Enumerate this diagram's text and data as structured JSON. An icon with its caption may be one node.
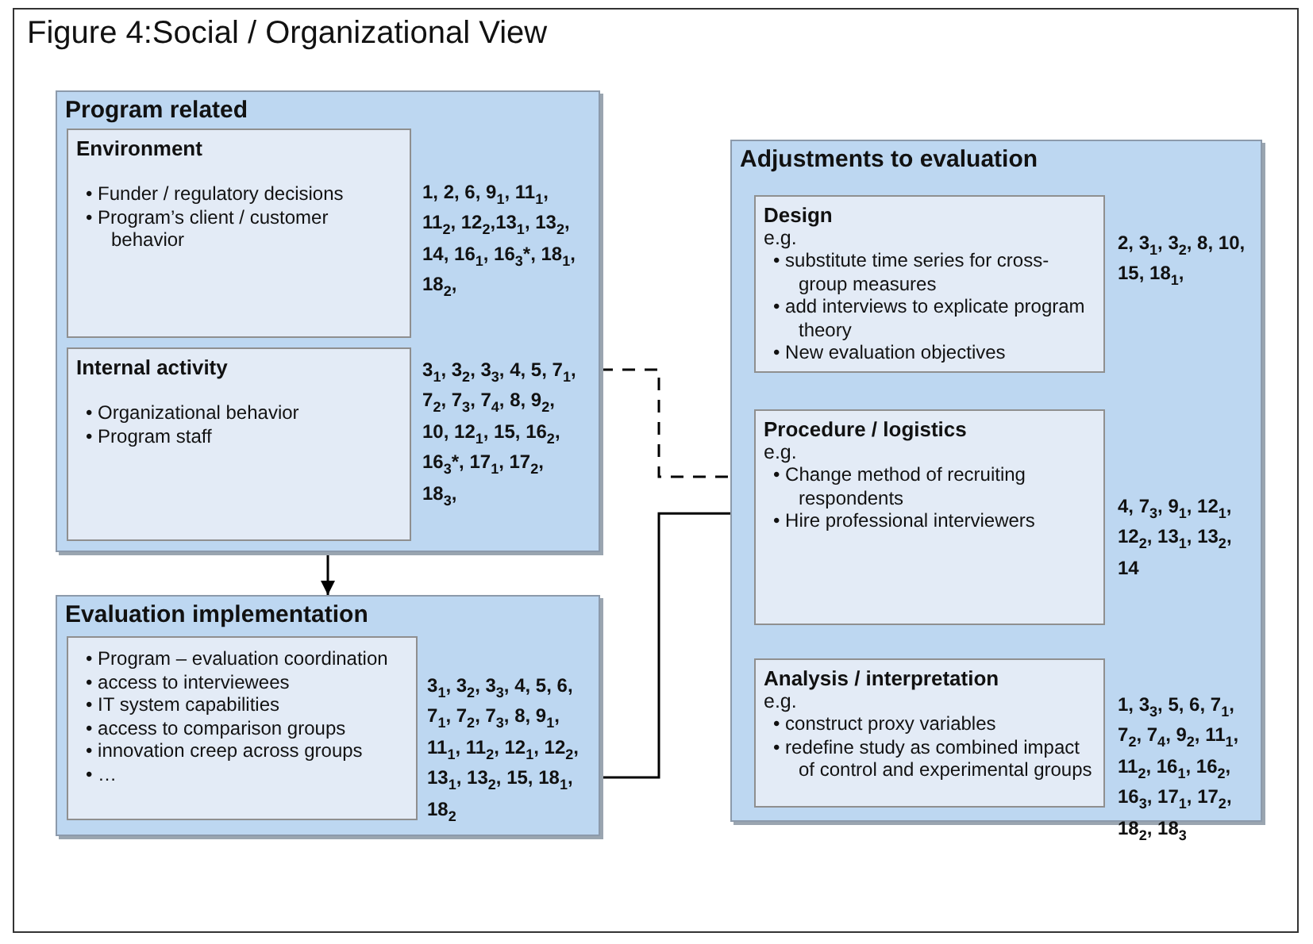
{
  "diagram": {
    "title": "Figure 4:Social / Organizational View",
    "nodes": [
      {
        "text": [
          "Program related"
        ]
      },
      {
        "text": [
          "Environment",
          "• Funder / regulatory decisions",
          "• Program’s client / customer behavior"
        ],
        "in": 0,
        "beside": [
          "1, 2, 6, 9$_{1}$, 11$_{1}$, 11$_{2}$, 12$_{2}$,13$_{1}$, 13$_{2}$, 14, 16$_{1}$, 16$_{3}$*, 18$_{1}$, 18$_{2}$,"
        ]
      },
      {
        "text": [
          "Internal activity",
          "• Organizational behavior",
          "• Program staff"
        ],
        "in": 0,
        "beside": [
          "3$_{1}$, 3$_{2}$, 3$_{3}$, 4, 5, 7$_{1}$, 7$_{2}$, 7$_{3}$, 7$_{4}$, 8, 9$_{2}$, 10, 12$_{1}$, 15, 16$_{2}$, 16$_{3}$*, 17$_{1}$, 17$_{2}$, 18$_{3}$,"
        ]
      },
      {
        "text": [
          "Evaluation implementation"
        ]
      },
      {
        "text": [
          "• Program – evaluation coordination",
          "• access to interviewees",
          "• IT system capabilities",
          "• access to comparison groups",
          "• innovation creep across groups",
          "• …"
        ],
        "in": 3,
        "beside": [
          "3$_{1}$, 3$_{2}$, 3$_{3}$, 4, 5, 6, 7$_{1}$, 7$_{2}$, 7$_{3}$, 8, 9$_{1}$, 11$_{1}$, 11$_{2}$, 12$_{1}$, 12$_{2}$, 13$_{1}$, 13$_{2}$, 15, 18$_{1}$, 18$_{2}$"
        ]
      },
      {
        "text": [
          "Adjustments to evaluation"
        ]
      },
      {
        "text": [
          "Design",
          "e.g.",
          "• substitute time series for cross-group measures",
          "• add interviews to explicate program theory",
          "• New evaluation objectives"
        ],
        "in": 5,
        "beside": [
          "2, 3$_{1}$, 3$_{2}$, 8, 10, 15, 18$_{1}$,"
        ]
      },
      {
        "text": [
          "Procedure / logistics",
          "e.g.",
          "• Change method of recruiting respondents",
          "• Hire professional interviewers"
        ],
        "in": 5,
        "beside": [
          "4, 7$_{3}$, 9$_{1}$, 12$_{1}$, 12$_{2}$, 13$_{1}$, 13$_{2}$, 14"
        ]
      },
      {
        "text": [
          "Analysis / interpretation",
          "e.g.",
          "• construct proxy variables",
          "• redefine study as combined impact of control and experimental groups"
        ],
        "in": 5,
        "beside": [
          "1, 3$_{3}$, 5, 6, 7$_{1}$, 7$_{2}$, 7$_{4}$, 9$_{2}$, 11$_{1}$, 11$_{2}$, 16$_{1}$, 16$_{2}$, 16$_{3}$, 17$_{1}$, 17$_{2}$, 18$_{2}$, 18$_{3}$"
        ]
      }
    ],
    "edges": [
      {
        "from": 0,
        "to": 7,
        "arrow": "to",
        "style": "dashed"
      },
      {
        "from": 0,
        "to": 3,
        "arrow": "to"
      },
      {
        "from": 3,
        "to": 7,
        "arrow": "to"
      }
    ]
  }
}
